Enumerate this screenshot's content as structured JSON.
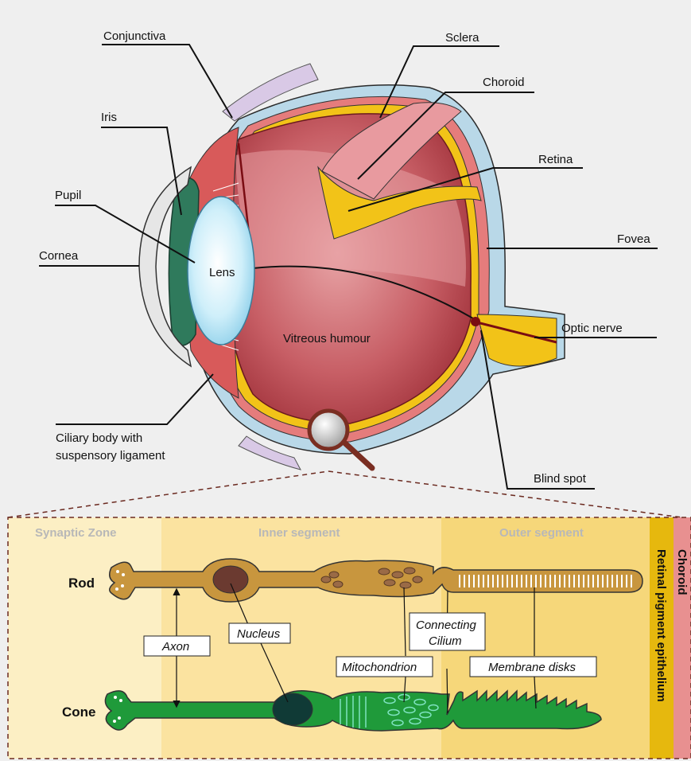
{
  "eye": {
    "labels": {
      "conjunctiva": "Conjunctiva",
      "sclera": "Sclera",
      "choroid": "Choroid",
      "iris": "Iris",
      "retina": "Retina",
      "pupil": "Pupil",
      "fovea": "Fovea",
      "cornea": "Cornea",
      "lens": "Lens",
      "optic_nerve": "Optic nerve",
      "vitreous": "Vitreous humour",
      "ciliary_1": "Ciliary body with",
      "ciliary_2": "suspensory ligament",
      "blind_spot": "Blind spot"
    }
  },
  "cells": {
    "zones": {
      "synaptic": "Synaptic Zone",
      "inner": "Inner segment",
      "outer": "Outer segment",
      "rpe": "Retinal pigment epithelium",
      "choroid": "Choroid"
    },
    "rod": "Rod",
    "cone": "Cone",
    "callouts": {
      "axon": "Axon",
      "nucleus": "Nucleus",
      "connecting_1": "Connecting",
      "connecting_2": "Cilium",
      "mitochondrion": "Mitochondrion",
      "membrane": "Membrane disks"
    }
  },
  "colors": {
    "rod": "#c8963e",
    "cone": "#1f9a3a",
    "sclera": "#b9d8e8",
    "retina": "#f2c318",
    "vitreous": "#c25a60",
    "synaptic_bg": "#fcefc4",
    "inner_bg": "#fbe3a0",
    "outer_bg": "#f6d77a",
    "rpe_bg": "#e6b80e",
    "choroid_bg": "#e89090"
  }
}
